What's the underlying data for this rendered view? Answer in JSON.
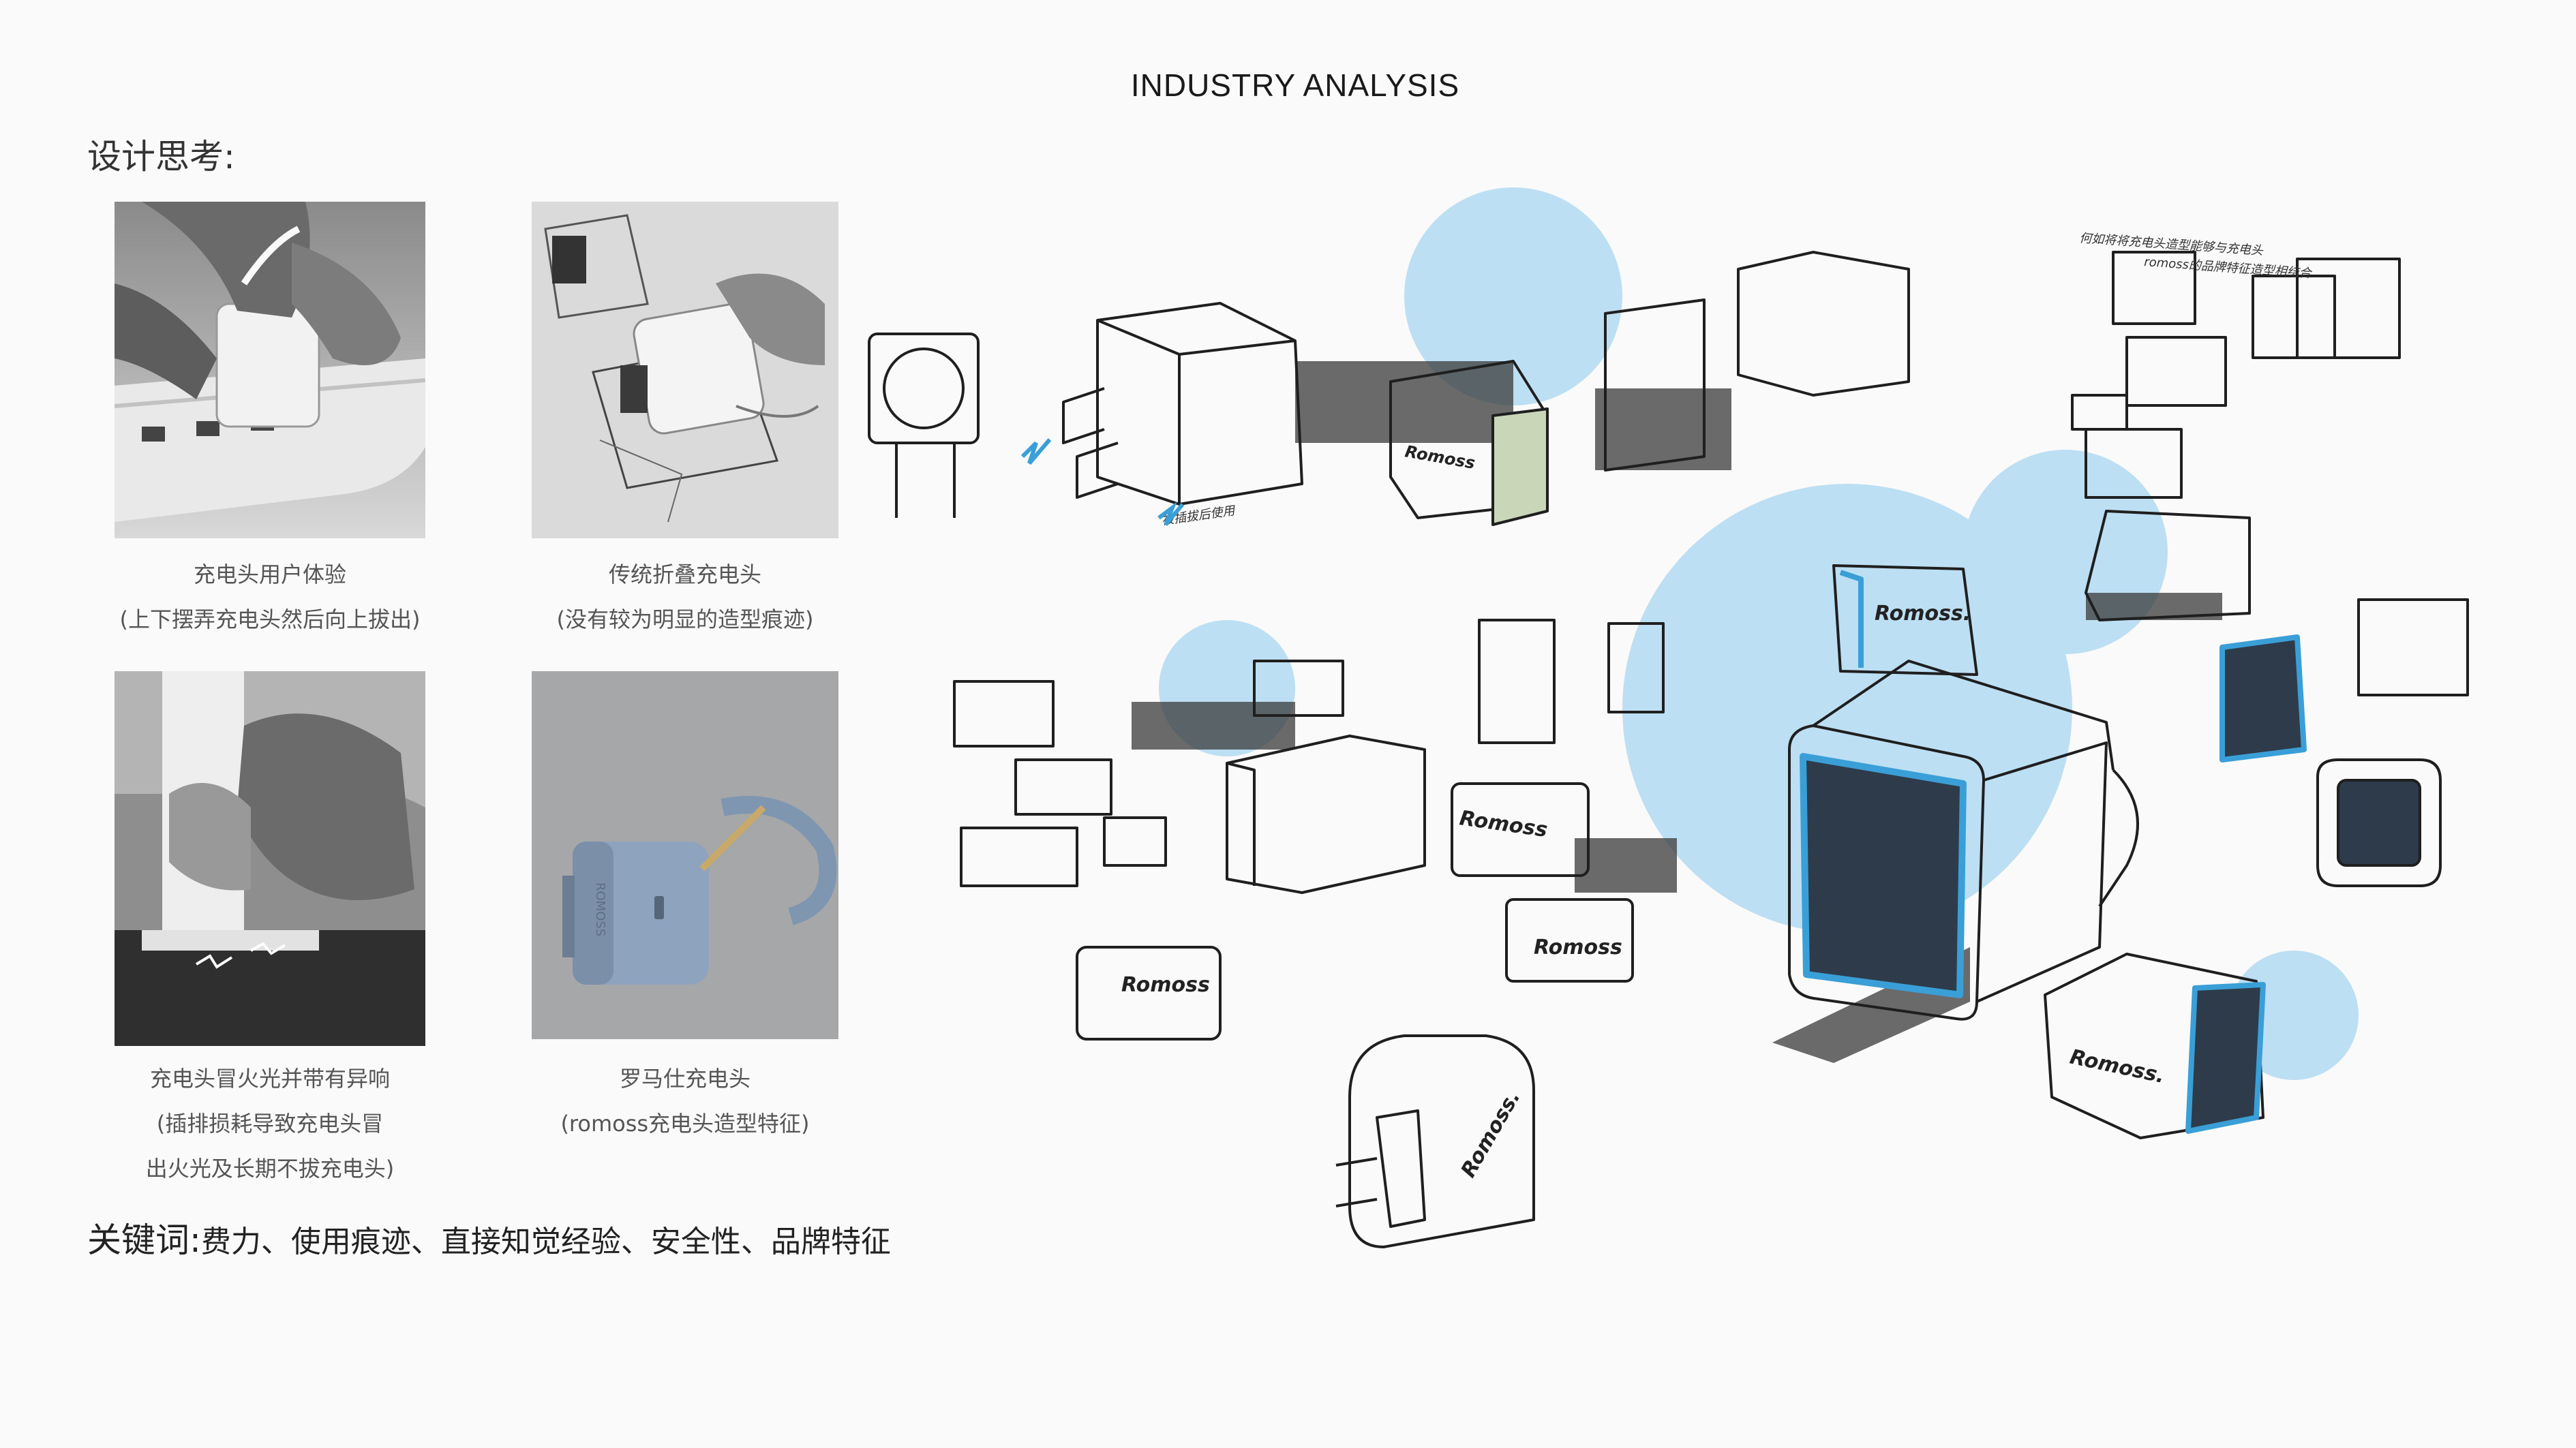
{
  "page": {
    "title": "INDUSTRY ANALYSIS",
    "heading": "设计思考:"
  },
  "photos": [
    {
      "caption": "充电头用户体验",
      "subcaption": "(上下摆弄充电头然后向上拔出)",
      "subcaption2": ""
    },
    {
      "caption": "传统折叠充电头",
      "subcaption": "(没有较为明显的造型痕迹)",
      "subcaption2": ""
    },
    {
      "caption": "充电头冒火光并带有异响",
      "subcaption": "(插排损耗导致充电头冒",
      "subcaption2": "出火光及长期不拔充电头)"
    },
    {
      "caption": "罗马仕充电头",
      "subcaption": "(romoss充电头造型特征)",
      "subcaption2": ""
    }
  ],
  "keywords": {
    "label": "关键词:",
    "text": "费力、使用痕迹、直接知觉经验、安全性、品牌特征"
  },
  "sketch": {
    "brand_marks": [
      "Romoss.",
      "Romoss",
      "ROMOSS"
    ],
    "note_1": "何如将将充电头造型能够与充电头",
    "note_2": "romoss的品牌特征造型相结合",
    "note_3": "被插拔后使用"
  },
  "colors": {
    "accent_blue": "#bcdff3",
    "sketch_blue": "#3a9fd6",
    "ink": "#1f1f1f"
  }
}
